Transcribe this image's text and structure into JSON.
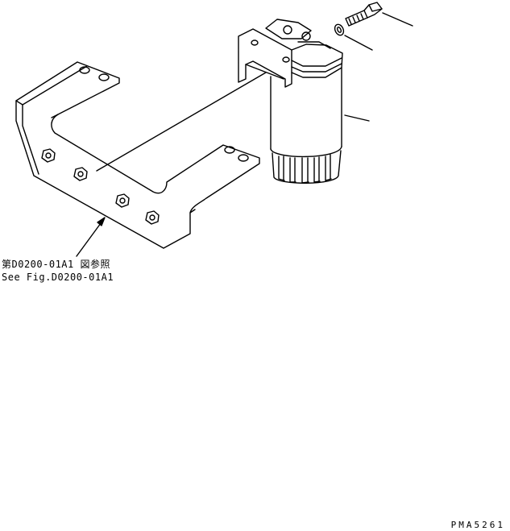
{
  "diagram": {
    "reference_note_jp": "第D0200-01A1 図参照",
    "reference_note_en": "See Fig.D0200-01A1",
    "drawing_code": "PMA5261",
    "line_color": "#000000",
    "background_color": "#ffffff"
  }
}
